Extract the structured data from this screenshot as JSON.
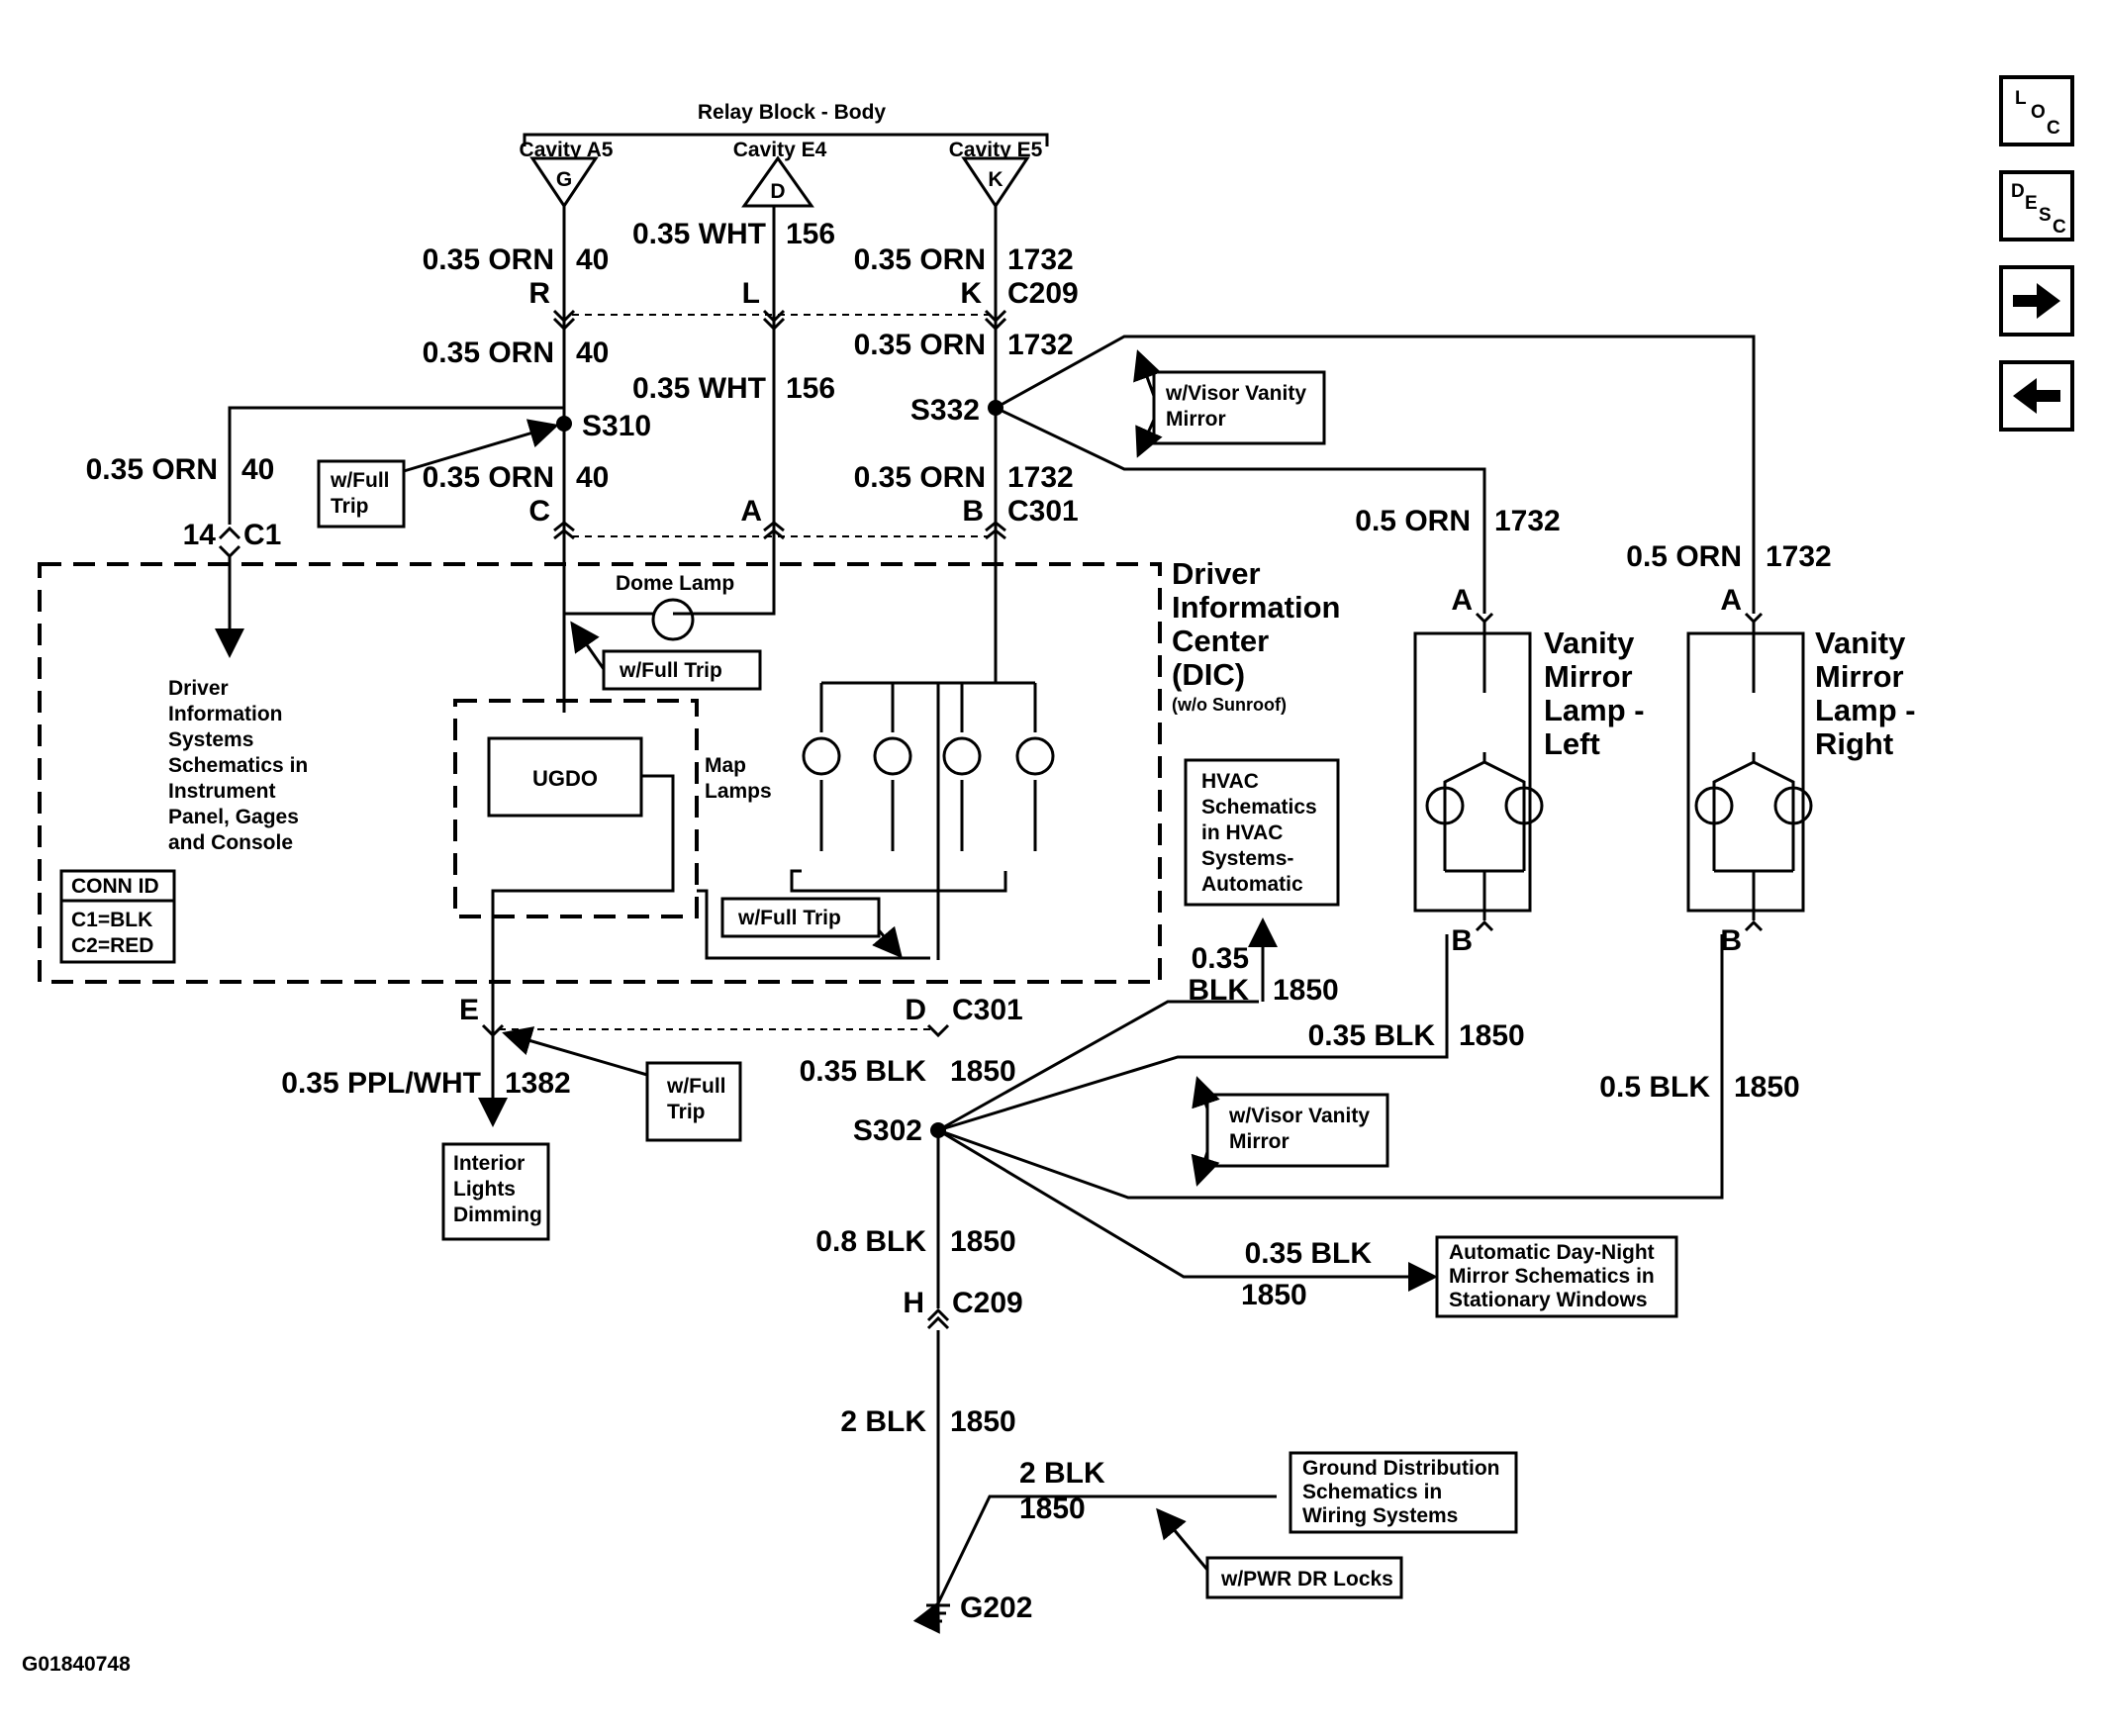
{
  "nav": {
    "loc": {
      "l1": "L",
      "l2": "O",
      "l3": "C"
    },
    "desc": {
      "l1": "D",
      "l2": "E",
      "l3": "S",
      "l4": "C"
    }
  },
  "relay": {
    "title": "Relay Block - Body",
    "cav_a5": "Cavity A5",
    "cav_e4": "Cavity E4",
    "cav_e5": "Cavity E5",
    "pin_g": "G",
    "pin_d": "D",
    "pin_k": "K"
  },
  "wires": {
    "w1": "0.35 ORN",
    "w1n": "40",
    "w2": "0.35 WHT",
    "w2n": "156",
    "w3": "0.35 ORN",
    "w3n": "1732",
    "w4": "0.35 ORN",
    "w4n": "40",
    "w5": "0.35 WHT",
    "w5n": "156",
    "w6": "0.35 ORN",
    "w6n": "1732",
    "w7": "0.35 ORN",
    "w7n": "40",
    "w8": "0.35 ORN",
    "w8n": "40",
    "w9": "0.35 ORN",
    "w9n": "1732",
    "w10": "0.5 ORN",
    "w10n": "1732",
    "w11": "0.5 ORN",
    "w11n": "1732",
    "w12a": "0.35",
    "w12b": "BLK",
    "w12n": "1850",
    "w13": "0.35 BLK",
    "w13n": "1850",
    "w14": "0.5 BLK",
    "w14n": "1850",
    "w15": "0.35 PPL/WHT",
    "w15n": "1382",
    "w16": "0.35 BLK",
    "w16n": "1850",
    "w17": "0.8 BLK",
    "w17n": "1850",
    "w18": "0.35 BLK",
    "w18n": "1850",
    "w19": "2 BLK",
    "w19n": "1850",
    "w20": "2 BLK",
    "w20n": "1850"
  },
  "conn": {
    "r": "R",
    "l": "L",
    "k": "K",
    "c209": "C209",
    "c": "C",
    "a": "A",
    "b": "B",
    "c301": "C301",
    "c14": "14",
    "c1": "C1",
    "e": "E",
    "d": "D",
    "c301b": "C301",
    "h": "H",
    "c209b": "C209",
    "va_a": "A",
    "va_b": "B",
    "vb_a": "A",
    "vb_b": "B"
  },
  "splices": {
    "s310": "S310",
    "s332": "S332",
    "s302": "S302",
    "g202": "G202"
  },
  "boxes": {
    "visor1": [
      "w/Visor Vanity",
      "Mirror"
    ],
    "fulltrip1": [
      "w/Full",
      "Trip"
    ],
    "fulltrip2": "w/Full Trip",
    "fulltrip3": "w/Full Trip",
    "fulltrip4": [
      "w/Full",
      "Trip"
    ],
    "visor2": [
      "w/Visor Vanity",
      "Mirror"
    ],
    "hvac": [
      "HVAC",
      "Schematics",
      "in HVAC",
      "Systems-",
      "Automatic"
    ],
    "interior": [
      "Interior",
      "Lights",
      "Dimming"
    ],
    "autodn": [
      "Automatic Day-Night",
      "Mirror Schematics in",
      "Stationary Windows"
    ],
    "ground": [
      "Ground Distribution",
      "Schematics in",
      "Wiring Systems"
    ],
    "pwr": "w/PWR DR Locks",
    "ugdo": "UGDO",
    "connid_title": "CONN ID",
    "connid_c1": "C1=BLK",
    "connid_c2": "C2=RED"
  },
  "labels": {
    "dome": "Dome Lamp",
    "maplamps": [
      "Map",
      "Lamps"
    ],
    "dic": [
      "Driver",
      "Information",
      "Center",
      "(DIC)"
    ],
    "dic_note": "(w/o Sunroof)",
    "dis": [
      "Driver",
      "Information",
      "Systems",
      "Schematics in",
      "Instrument",
      "Panel, Gages",
      "and Console"
    ],
    "vml": [
      "Vanity",
      "Mirror",
      "Lamp -",
      "Left"
    ],
    "vmr": [
      "Vanity",
      "Mirror",
      "Lamp -",
      "Right"
    ],
    "figure_id": "G01840748"
  }
}
